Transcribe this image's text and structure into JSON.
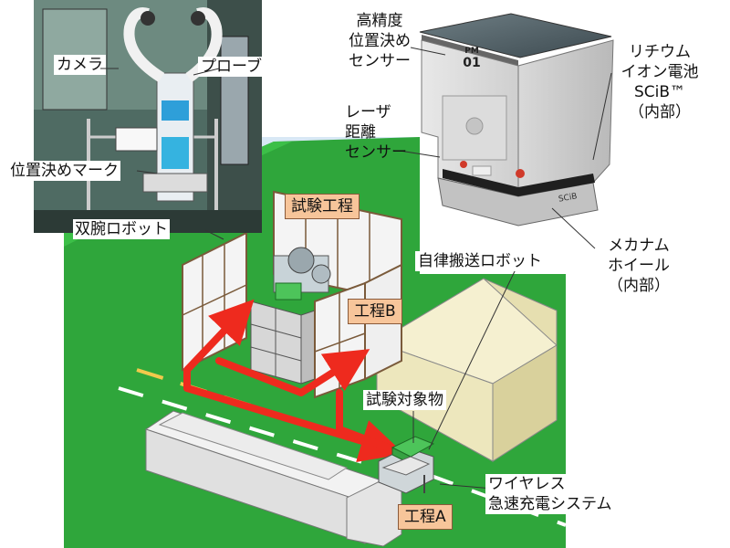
{
  "labels": {
    "camera": "カメラ",
    "probe": "プローブ",
    "positioning_mark": "位置決めマーク",
    "dual_arm_robot": "双腕ロボット",
    "hp_sensor": [
      "高精度",
      "位置決め",
      "センサー"
    ],
    "laser_sensor": [
      "レーザ",
      "距離",
      "センサー"
    ],
    "battery": [
      "リチウム",
      "イオン電池",
      "SCiB™",
      "（内部）"
    ],
    "mecanum": [
      "メカナム",
      "ホイール",
      "（内部）"
    ],
    "agv": "自律搬送ロボット",
    "test_object": "試験対象物",
    "wireless": [
      "ワイヤレス",
      "急速充電システム"
    ]
  },
  "stations": {
    "test_process": "試験工程",
    "process_b": "工程B",
    "process_a": "工程A"
  },
  "robot_plate": [
    "PM",
    "01"
  ],
  "robot_side_text": "SCiB",
  "colors": {
    "floor": "#2fa63b",
    "floor_light": "#d8e8f5",
    "route_arrow": "#ee2a1e",
    "station_box": "#f7c59a",
    "building": "#f2ecc4"
  }
}
